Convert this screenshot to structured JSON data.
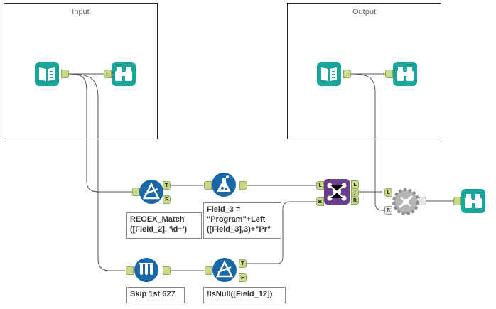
{
  "containers": {
    "input": {
      "title": "Input"
    },
    "output": {
      "title": "Output"
    }
  },
  "tools": {
    "input_data": {
      "icon": "input-data-icon",
      "color": "#1aa59a"
    },
    "browse_input": {
      "icon": "browse-icon",
      "color": "#1aa59a"
    },
    "output_input_data": {
      "icon": "input-data-icon",
      "color": "#1aa59a"
    },
    "browse_output": {
      "icon": "browse-icon",
      "color": "#1aa59a"
    },
    "filter_regex": {
      "icon": "filter-icon",
      "color": "#1a67a8",
      "annotation": "REGEX_Match\n([Field_2], '\\d+')"
    },
    "formula": {
      "icon": "formula-icon",
      "color": "#1a67a8",
      "annotation": "Field_3 =\n\"Program\"+Left\n([Field_3],3)+\"Pr\""
    },
    "sample": {
      "icon": "sample-icon",
      "color": "#1a67a8",
      "annotation": "Skip 1st 627"
    },
    "filter_isnull": {
      "icon": "filter-icon",
      "color": "#1a67a8",
      "annotation": "!IsNull([Field_12])"
    },
    "join": {
      "icon": "join-icon",
      "color": "#6a3e8a"
    },
    "union_disabled": {
      "icon": "union-icon",
      "color": "#a9a9a9"
    },
    "browse_final": {
      "icon": "browse-icon",
      "color": "#1aa59a"
    }
  },
  "anchors": {
    "true": "T",
    "false": "F",
    "left": "L",
    "right": "R",
    "join": "J"
  },
  "colors": {
    "anchor_green": "#c8d98a",
    "wire": "#555555"
  }
}
